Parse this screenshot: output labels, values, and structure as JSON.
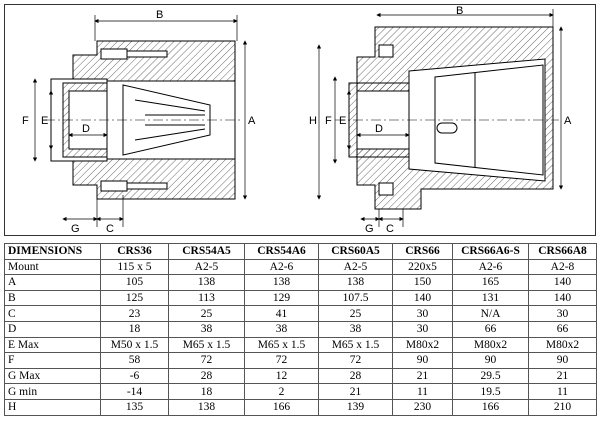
{
  "drawing": {
    "left_labels": {
      "B": "B",
      "F": "F",
      "E": "E",
      "D": "D",
      "A": "A",
      "G": "G",
      "C": "C"
    },
    "right_labels": {
      "B": "B",
      "H": "H",
      "F": "F",
      "E": "E",
      "D": "D",
      "A": "A",
      "G": "G",
      "C": "C"
    }
  },
  "table": {
    "headers": [
      "DIMENSIONS",
      "CRS36",
      "CRS54A5",
      "CRS54A6",
      "CRS60A5",
      "CRS66",
      "CRS66A6-S",
      "CRS66A8"
    ],
    "rows": [
      [
        "Mount",
        "115 x 5",
        "A2-5",
        "A2-6",
        "A2-5",
        "220x5",
        "A2-6",
        "A2-8"
      ],
      [
        "A",
        "105",
        "138",
        "138",
        "138",
        "150",
        "165",
        "140"
      ],
      [
        "B",
        "125",
        "113",
        "129",
        "107.5",
        "140",
        "131",
        "140"
      ],
      [
        "C",
        "23",
        "25",
        "41",
        "25",
        "30",
        "N/A",
        "30"
      ],
      [
        "D",
        "18",
        "38",
        "38",
        "38",
        "30",
        "66",
        "66"
      ],
      [
        "E Max",
        "M50 x 1.5",
        "M65 x 1.5",
        "M65 x 1.5",
        "M65 x 1.5",
        "M80x2",
        "M80x2",
        "M80x2"
      ],
      [
        "F",
        "58",
        "72",
        "72",
        "72",
        "90",
        "90",
        "90"
      ],
      [
        "G Max",
        "-6",
        "28",
        "12",
        "28",
        "21",
        "29.5",
        "21"
      ],
      [
        "G min",
        "-14",
        "18",
        "2",
        "21",
        "11",
        "19.5",
        "11"
      ],
      [
        "H",
        "135",
        "138",
        "166",
        "139",
        "230",
        "166",
        "210"
      ]
    ]
  }
}
